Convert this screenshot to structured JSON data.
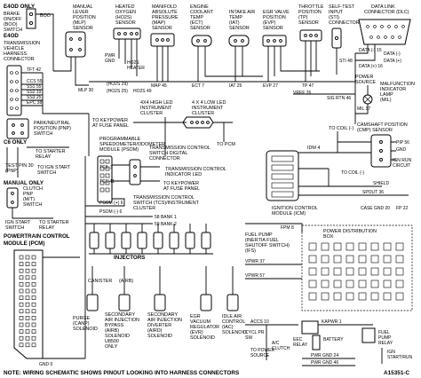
{
  "components": {
    "e40d_only_top": "E4OD ONLY",
    "brake_onoff": [
      "BRAKE",
      "ON/OFF",
      "(BOO)",
      "SWITCH"
    ],
    "boo": "BOO",
    "mlp": [
      "MANUAL",
      "LEVER",
      "POSITION",
      "(MLP)",
      "SENSOR"
    ],
    "ho2s": [
      "HEATED",
      "OXYGEN",
      "(HO2S)",
      "SENSOR"
    ],
    "map": [
      "MANIFOLD",
      "ABSOLUTE",
      "PRESSURE",
      "(MAP)",
      "SENSOR"
    ],
    "ect": [
      "ENGINE",
      "COOLANT",
      "TEMP",
      "(ECT)",
      "SENSOR"
    ],
    "iat": [
      "INTAKE AIR",
      "TEMP",
      "(IAT)",
      "SENSOR"
    ],
    "evp": [
      "EGR VALVE",
      "POSITION",
      "(EVP)",
      "SENSOR"
    ],
    "tp": [
      "THROTTLE",
      "POSITION",
      "(TP)",
      "SENSOR"
    ],
    "sti": [
      "SELF-TEST",
      "INPUT",
      "(STI)",
      "CONNECTOR"
    ],
    "dlc": [
      "DATA LINK",
      "CONNECTOR (DLC)"
    ],
    "data_minus": "DATA (-)",
    "data_plus": "DATA (+)",
    "transmission_harness": [
      "E4OD",
      "TRANSMISSION",
      "VEHICLE",
      "HARNESS",
      "CONNECTOR"
    ],
    "pwr_gnd": [
      "PWR",
      "GND"
    ],
    "ho2s_heater": [
      "HO2S",
      "HEATER"
    ],
    "power_source": [
      "POWER",
      "SOURCE"
    ],
    "mil": [
      "MALFUNCTION",
      "INDICATOR",
      "LAMP",
      "(MIL)"
    ],
    "pnp": [
      "PARK/NEUTRAL",
      "POSITION (PNP)",
      "SWITCH"
    ],
    "c6_only": "C6 ONLY",
    "to_starter_relay": [
      "TO STARTER",
      "RELAY"
    ],
    "test_pin_30": [
      "TEST PIN 30",
      "(PNP)"
    ],
    "to_ign_start_switch": [
      "TO IGN START",
      "SWITCH"
    ],
    "manual_only": "MANUAL ONLY",
    "clutch_pnp": [
      "CLUTCH",
      "PNP",
      "(M/T)",
      "SWITCH"
    ],
    "ign_start_switch": [
      "IGN START",
      "SWITCH"
    ],
    "to_starter_relay_2": [
      "TO STARTER",
      "RELAY"
    ],
    "pcm": [
      "POWERTRAIN CONTROL",
      "MODULE (PCM)"
    ],
    "psom": [
      "PROGRAMMABLE",
      "SPEEDOMETER/ODOMETER",
      "MODULE (PSOM)"
    ],
    "to_keypower_1": [
      "TO KEYPOWER",
      "AT FUSE PANEL"
    ],
    "hi_lo_switch": [
      "4X4 HIGH LED",
      "INSTRUMENT",
      "CLUSTER"
    ],
    "low_lo_switch": [
      "4 X 4 LOW LED",
      "INSTRUMENT",
      "CLUSTER"
    ],
    "to_pcm": "TO PCM",
    "tcs_digital": [
      "TRANSMISSION CONTROL",
      "SWITCH DIGITAL",
      "CONNECTOR"
    ],
    "tcil": [
      "TRANSMISSION CONTROL",
      "INDICATOR LED"
    ],
    "to_keypower_2": [
      "TO KEYPOWER",
      "AT FUSE PANEL"
    ],
    "tcs_cluster": [
      "TRANSMISSION CONTROL",
      "SWITCH (TCS)/INSTRUMENT",
      "CLUSTER"
    ],
    "camshaft": [
      "CAMSHAFT POSITION",
      "(CMP) SENSOR"
    ],
    "to_coil_top": "TO COIL (-)",
    "idm": "IDM 4",
    "pip": "PIP 56",
    "gnd": "GND",
    "ign_run": [
      "IGN RUN",
      "CIRCUIT"
    ],
    "to_coil_bottom": "TO COIL (-)",
    "shield": "SHIELD",
    "spout": "SPOUT 36",
    "icm": [
      "IGNITION CONTROL",
      "MODULE (ICM)"
    ],
    "case_gnd": "CASE GND 20",
    "fp": "FP 22",
    "fpm": "FPM 8",
    "fuel_pump": [
      "FUEL PUMP",
      "(INERTIA FUEL",
      "SHUTOFF SWITCH)",
      "(IFS)"
    ],
    "power_distribution": [
      "POWER DISTRIBUTION",
      "BOX"
    ],
    "bank1": "58 BANK 1",
    "bank2": "59 BANK 2",
    "injectors": "INJECTORS",
    "canp": [
      "CANISTER",
      "PURGE",
      "(CANP)",
      "SOLENOID"
    ],
    "airb": [
      "SECONDARY",
      "AIR INJECTION",
      "BYPASS",
      "(AIRB)",
      "SOLENOID"
    ],
    "u8500": [
      "(AIRB)",
      "U8500",
      "ONLY"
    ],
    "aird": [
      "SECONDARY",
      "AIR INJECTION",
      "DIVERTER",
      "(AIRD)",
      "SOLENOID"
    ],
    "evr": [
      "EGR",
      "VACUUM",
      "REGULATOR",
      "(EVR)",
      "SOLENOID"
    ],
    "iac": [
      "IDLE AIR",
      "CONTROL",
      "(IAC)",
      "SOLENOID"
    ],
    "accs": "ACCS 10",
    "cycl_pr": [
      "CYCL PR",
      "SW"
    ],
    "to_power_source": [
      "TO POWER",
      "SOURCE"
    ],
    "ac_clutch": [
      "A/C",
      "CLUTCH"
    ],
    "eec_relay": [
      "EEC",
      "RELAY"
    ],
    "kapwr": "KAPWR 1",
    "battery": "BATTERY",
    "fuel_pump_relay": [
      "FUEL",
      "PUMP",
      "RELAY"
    ],
    "pwr_gnd_24": "PWR GND 24",
    "pwr_gnd_46": "PWR GND 46",
    "ign_start_run": [
      "IGN",
      "START/RUN"
    ],
    "vpwr37_a": "VPWR 37",
    "vpwr37_b": "VPWR 37",
    "vpwr57": "VPWR 57"
  },
  "pin_labels": {
    "tft": "TFT 42",
    "ccs": "CCS 55",
    "ss1": "SS1 55",
    "ss2": "SS2 19",
    "ss3": "SS3 25",
    "epc": "EPC 38",
    "mlp30": "MLP 30",
    "ho2s29": "(HO2S 29)",
    "ho2s_25": "(HO2S 25)",
    "ho2s49": "HO2S 49",
    "map45": "MAP 45",
    "ect7": "ECT 7",
    "iat25": "IAT 25",
    "evp27": "EVP 27",
    "tp47": "TP 47",
    "vref26": "VREF 26",
    "sig_rtn": "SIG RTN 46",
    "sti48": "STI 48",
    "data_minus_pin": "DATA (-) 15",
    "data_plus_pin": "DATA (+) 16",
    "mil_pin": "MIL 17",
    "tcs41": "TCS 41",
    "tcil3": "TCIL 3",
    "psom_6": "PSOM (-) 6",
    "psom_plus": "PSOM (+) 6",
    "gnd_zero": "GND 0"
  },
  "footer": {
    "note": "NOTE: WIRING SCHEMATIC SHOWS PINOUT LOOKING INTO HARNESS CONNECTORS",
    "figure_id": "A15351-C"
  }
}
